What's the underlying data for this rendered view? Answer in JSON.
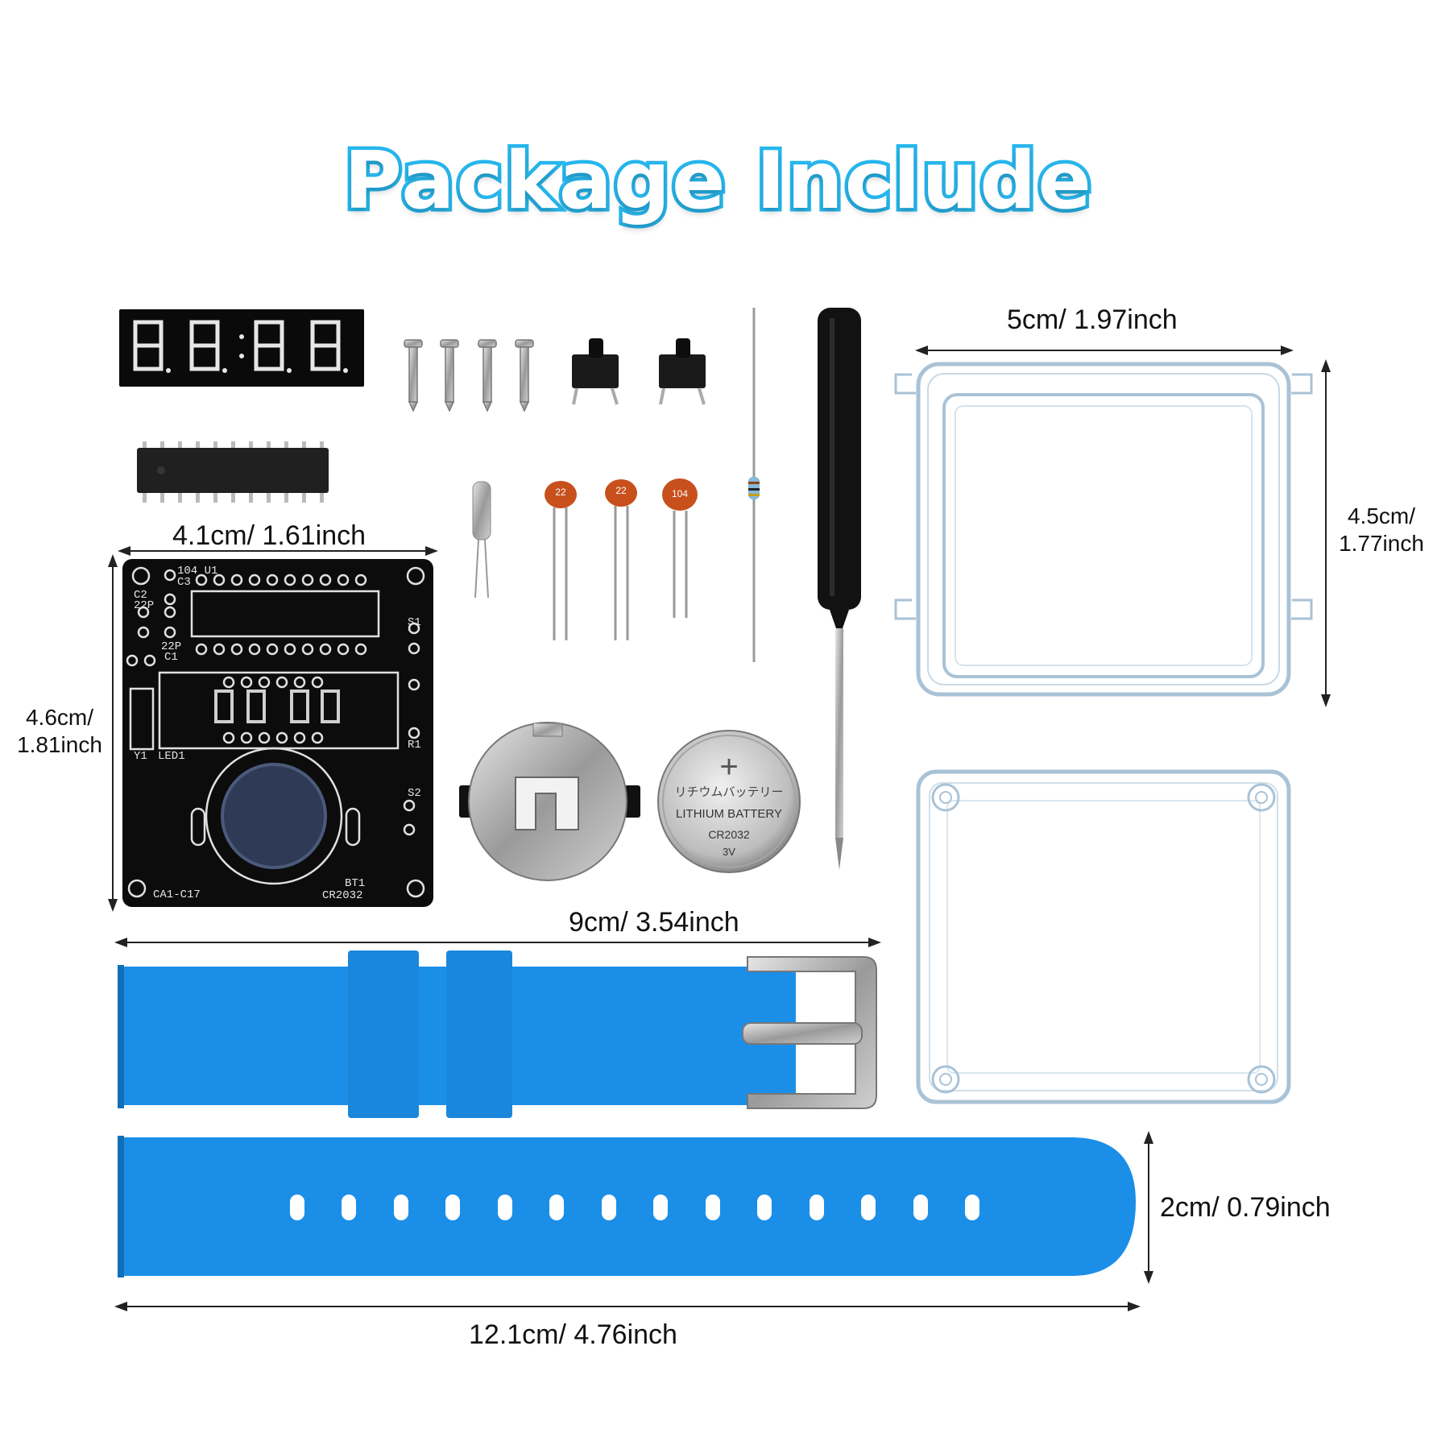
{
  "title": "Package Include",
  "colors": {
    "title_fill": "#ffffff",
    "title_outline": "#27b6ec",
    "strap": "#1b8fe8",
    "pcb": "#111111"
  },
  "display": {
    "digits": "8.8.:8.8."
  },
  "dimensions": {
    "pcb_width": "4.1cm/ 1.61inch",
    "pcb_height_line1": "4.6cm/",
    "pcb_height_line2": "1.81inch",
    "case_width": "5cm/ 1.97inch",
    "case_height_line1": "4.5cm/",
    "case_height_line2": "1.77inch",
    "strap_buckle_length": "9cm/ 3.54inch",
    "strap_hole_length": "12.1cm/ 4.76inch",
    "strap_width": "2cm/ 0.79inch"
  },
  "components": {
    "capacitors": [
      "22",
      "22",
      "104"
    ]
  },
  "pcb": {
    "labels": {
      "c3": "104 U1\nC3",
      "c2": "C2\n22P",
      "c1": "22P\nC1",
      "s1": "S1",
      "r1": "R1",
      "s2": "S2",
      "y1": "Y1",
      "led1": "LED1",
      "model": "CA1-C17",
      "bt1": "BT1",
      "cr": "CR2032"
    }
  },
  "battery": {
    "plus": "+",
    "jp": "リチウムバッテリー",
    "type": "LITHIUM BATTERY",
    "model": "CR2032",
    "voltage": "3V"
  }
}
